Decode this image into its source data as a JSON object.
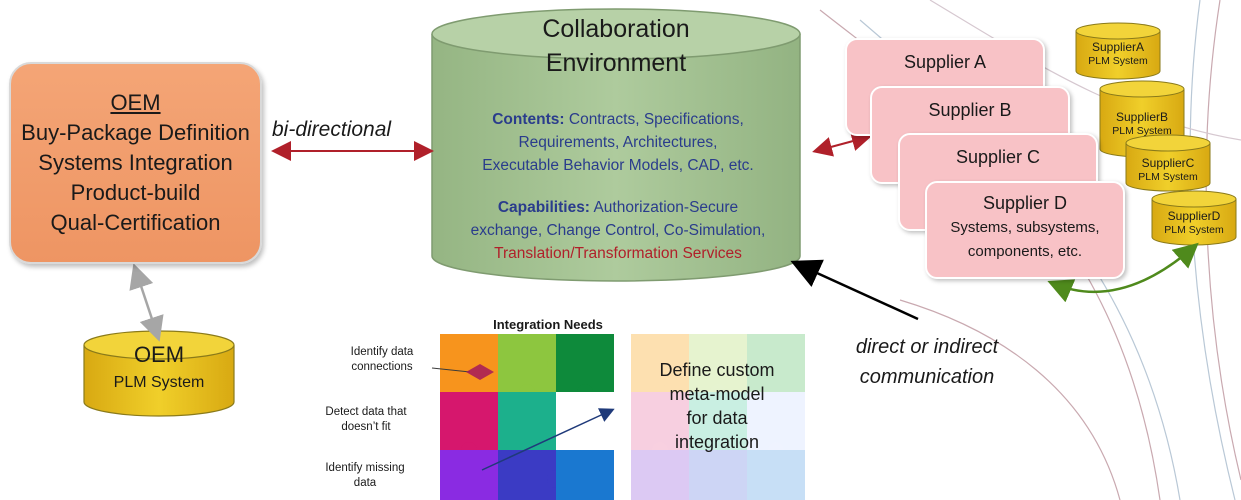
{
  "oem": {
    "title": "OEM",
    "lines": [
      "Buy-Package Definition",
      "Systems Integration",
      "Product-build",
      "Qual-Certification"
    ]
  },
  "bidirectional_label": "bi-directional",
  "collaboration": {
    "title_line1": "Collaboration",
    "title_line2": "Environment",
    "contents_label": "Contents:",
    "contents_text_1": "Contracts, Specifications,",
    "contents_text_2": "Requirements, Architectures,",
    "contents_text_3": "Executable Behavior Models, CAD, etc.",
    "capabilities_label": "Capabilities:",
    "capabilities_text_1": "Authorization-Secure",
    "capabilities_text_2": "exchange, Change Control, Co-Simulation,",
    "capabilities_text_3": "Translation/Transformation Services"
  },
  "suppliers": {
    "a": "Supplier A",
    "b": "Supplier B",
    "c": "Supplier C",
    "d": "Supplier D",
    "d_desc_1": "Systems, subsystems,",
    "d_desc_2": "components, etc."
  },
  "supplier_plm": [
    {
      "name": "SupplierA",
      "sub": "PLM System"
    },
    {
      "name": "SupplierB",
      "sub": "PLM System"
    },
    {
      "name": "SupplierC",
      "sub": "PLM System"
    },
    {
      "name": "SupplierD",
      "sub": "PLM System"
    }
  ],
  "oem_plm": {
    "title": "OEM",
    "sub": "PLM System"
  },
  "integration": {
    "title": "Integration Needs",
    "label_1a": "Identify data",
    "label_1b": "connections",
    "label_2a": "Detect data that",
    "label_2b": "doesn’t fit",
    "label_3a": "Identify missing",
    "label_3b": "data"
  },
  "metamodel": {
    "line1": "Define custom",
    "line2": "meta-model",
    "line3": "for data",
    "line4": "integration"
  },
  "communication_label_1": "direct or indirect",
  "communication_label_2": "communication",
  "colors": {
    "oem_box": "#f19a68",
    "cylinder_green": "#a9c598",
    "supplier_pink": "#f8c2c6",
    "plm_gold": "#e8c21a",
    "arrow_red": "#b0202a",
    "arrow_green": "#4f8a1c"
  },
  "puzzle_colors": [
    "#f7941d",
    "#8dc63f",
    "#0e8a3b",
    "#d6176d",
    "#1cb08c",
    "#ffffff",
    "#8a2be2",
    "#3b3bc4",
    "#1a78d0"
  ],
  "meta_puzzle_colors": [
    "#fde0b0",
    "#e6f3cf",
    "#c8eacc",
    "#f7cfe0",
    "#c9efe2",
    "#eef3ff",
    "#dcc9f3",
    "#cdd5f5",
    "#c7dff6"
  ]
}
